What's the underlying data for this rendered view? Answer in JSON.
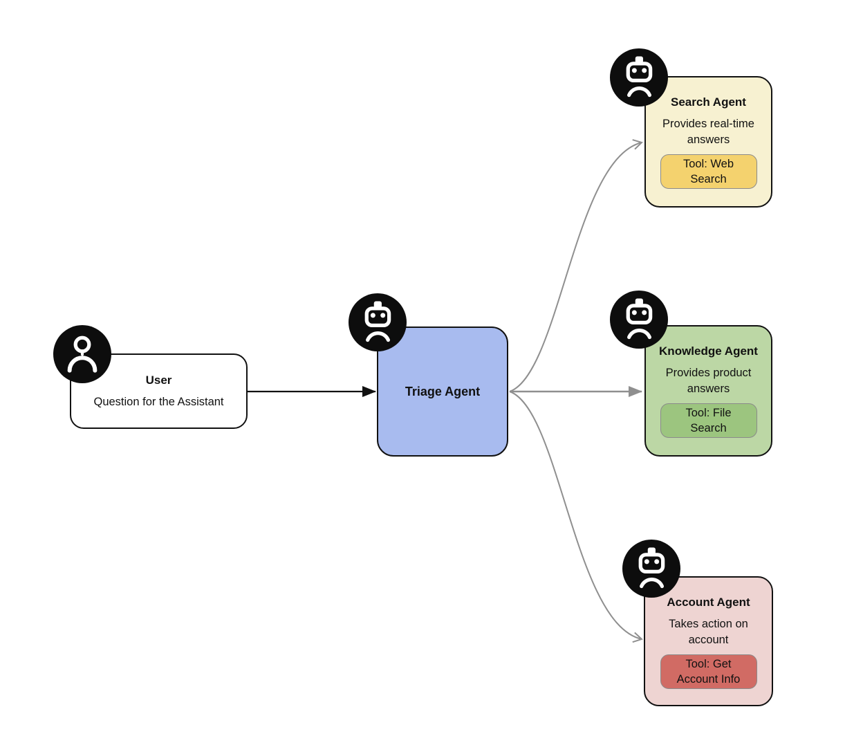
{
  "colors": {
    "canvas_bg": "#ffffff",
    "node_border": "#111111",
    "triage_fill": "#a8bbef",
    "search_fill": "#f7f1d1",
    "search_tool_fill": "#f4d26e",
    "knowledge_fill": "#bcd7a5",
    "knowledge_tool_fill": "#9cc57f",
    "account_fill": "#eed4d2",
    "account_tool_fill": "#d16b64",
    "arrow_gray": "#8f8f8f",
    "arrow_black": "#111111",
    "icon_circle_fill": "#0d0d0d",
    "tool_chip_border": "#8a8a8a"
  },
  "nodes": {
    "user": {
      "icon": "person-icon",
      "title": "User",
      "subtitle": "Question for the Assistant"
    },
    "triage": {
      "icon": "robot-icon",
      "title": "Triage Agent"
    },
    "agents": [
      {
        "id": "search",
        "icon": "robot-icon",
        "title": "Search Agent",
        "description": "Provides real-time answers",
        "tool": "Tool: Web Search"
      },
      {
        "id": "knowledge",
        "icon": "robot-icon",
        "title": "Knowledge Agent",
        "description": "Provides product answers",
        "tool": "Tool: File Search"
      },
      {
        "id": "account",
        "icon": "robot-icon",
        "title": "Account Agent",
        "description": "Takes action on account",
        "tool": "Tool: Get Account Info"
      }
    ]
  },
  "edges": [
    {
      "from": "user",
      "to": "triage",
      "style": "straight-black-filled-head"
    },
    {
      "from": "triage",
      "to": "search-agent",
      "style": "curved-gray-open-head"
    },
    {
      "from": "triage",
      "to": "knowledge-agent",
      "style": "straight-gray-filled-head"
    },
    {
      "from": "triage",
      "to": "account-agent",
      "style": "curved-gray-open-head"
    }
  ]
}
